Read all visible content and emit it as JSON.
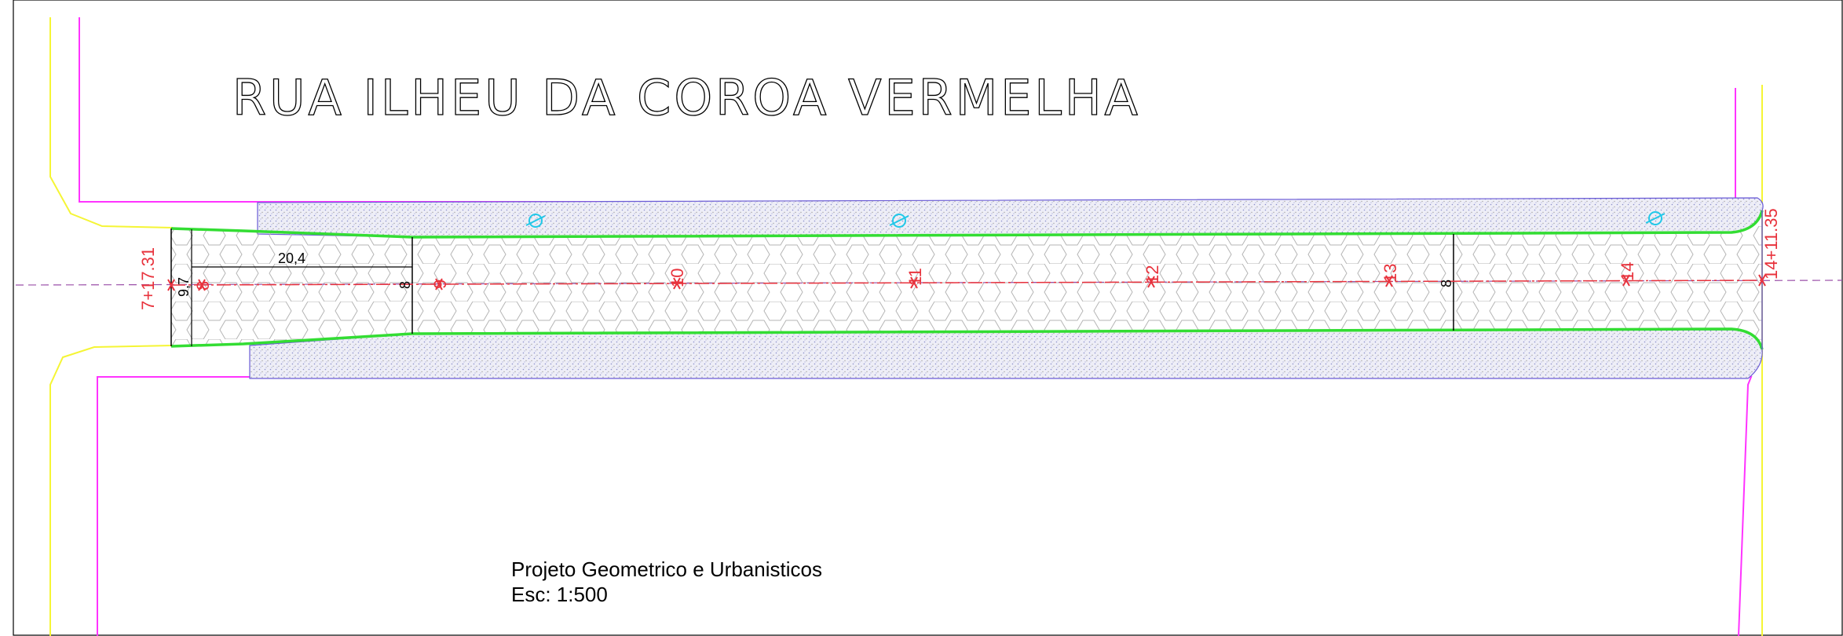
{
  "drawing": {
    "title": "RUA ILHEU DA COROA VERMELHA",
    "note_line1": "Projeto Geometrico e Urbanisticos",
    "note_line2": "Esc: 1:500"
  },
  "stations": {
    "start": "7+17.31",
    "end": "14+11.35",
    "marks": [
      "8",
      "9",
      "10",
      "11",
      "12",
      "13",
      "14"
    ]
  },
  "dimensions": {
    "length": "20,4",
    "width": "9,7",
    "section_a": "8",
    "section_b": "8"
  },
  "icons": [
    "drain-symbol-icon",
    "drain-symbol-icon",
    "drain-symbol-icon"
  ],
  "colors": {
    "curb": "#33dd33",
    "centerline": "#e8323c",
    "property_line": "#ff33ff",
    "yellow_line": "#ffff33",
    "sidewalk_fill": "#c9cbe6",
    "paving": "#b0b0b0",
    "drain": "#22c8e8"
  }
}
